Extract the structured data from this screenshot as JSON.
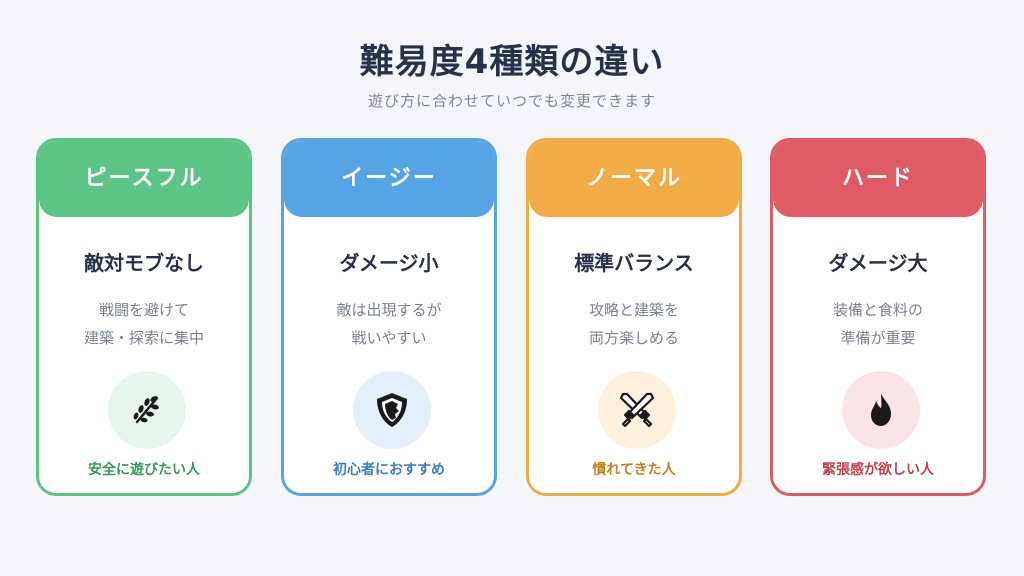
{
  "title": "難易度4種類の違い",
  "subtitle": "遊び方に合わせていつでも変更できます",
  "cards": [
    {
      "name": "ピースフル",
      "heading": "敵対モブなし",
      "desc_line1": "戦闘を避けて",
      "desc_line2": "建築・探索に集中",
      "target": "安全に遊びたい人",
      "icon": "leaf-icon",
      "color": "#5cc586",
      "icon_bg": "#e6f6ec",
      "target_color": "#3a9a5e"
    },
    {
      "name": "イージー",
      "heading": "ダメージ小",
      "desc_line1": "敵は出現するが",
      "desc_line2": "戦いやすい",
      "target": "初心者におすすめ",
      "icon": "shield-icon",
      "color": "#56a4e4",
      "icon_bg": "#e3effb",
      "target_color": "#3a7fc0"
    },
    {
      "name": "ノーマル",
      "heading": "標準バランス",
      "desc_line1": "攻略と建築を",
      "desc_line2": "両方楽しめる",
      "target": "慣れてきた人",
      "icon": "crossed-swords-icon",
      "color": "#f0ac46",
      "icon_bg": "#fdf0dc",
      "target_color": "#c4831f"
    },
    {
      "name": "ハード",
      "heading": "ダメージ大",
      "desc_line1": "装備と食料の",
      "desc_line2": "準備が重要",
      "target": "緊張感が欲しい人",
      "icon": "flame-icon",
      "color": "#de5b64",
      "icon_bg": "#fbe4e6",
      "target_color": "#c0424c"
    }
  ]
}
